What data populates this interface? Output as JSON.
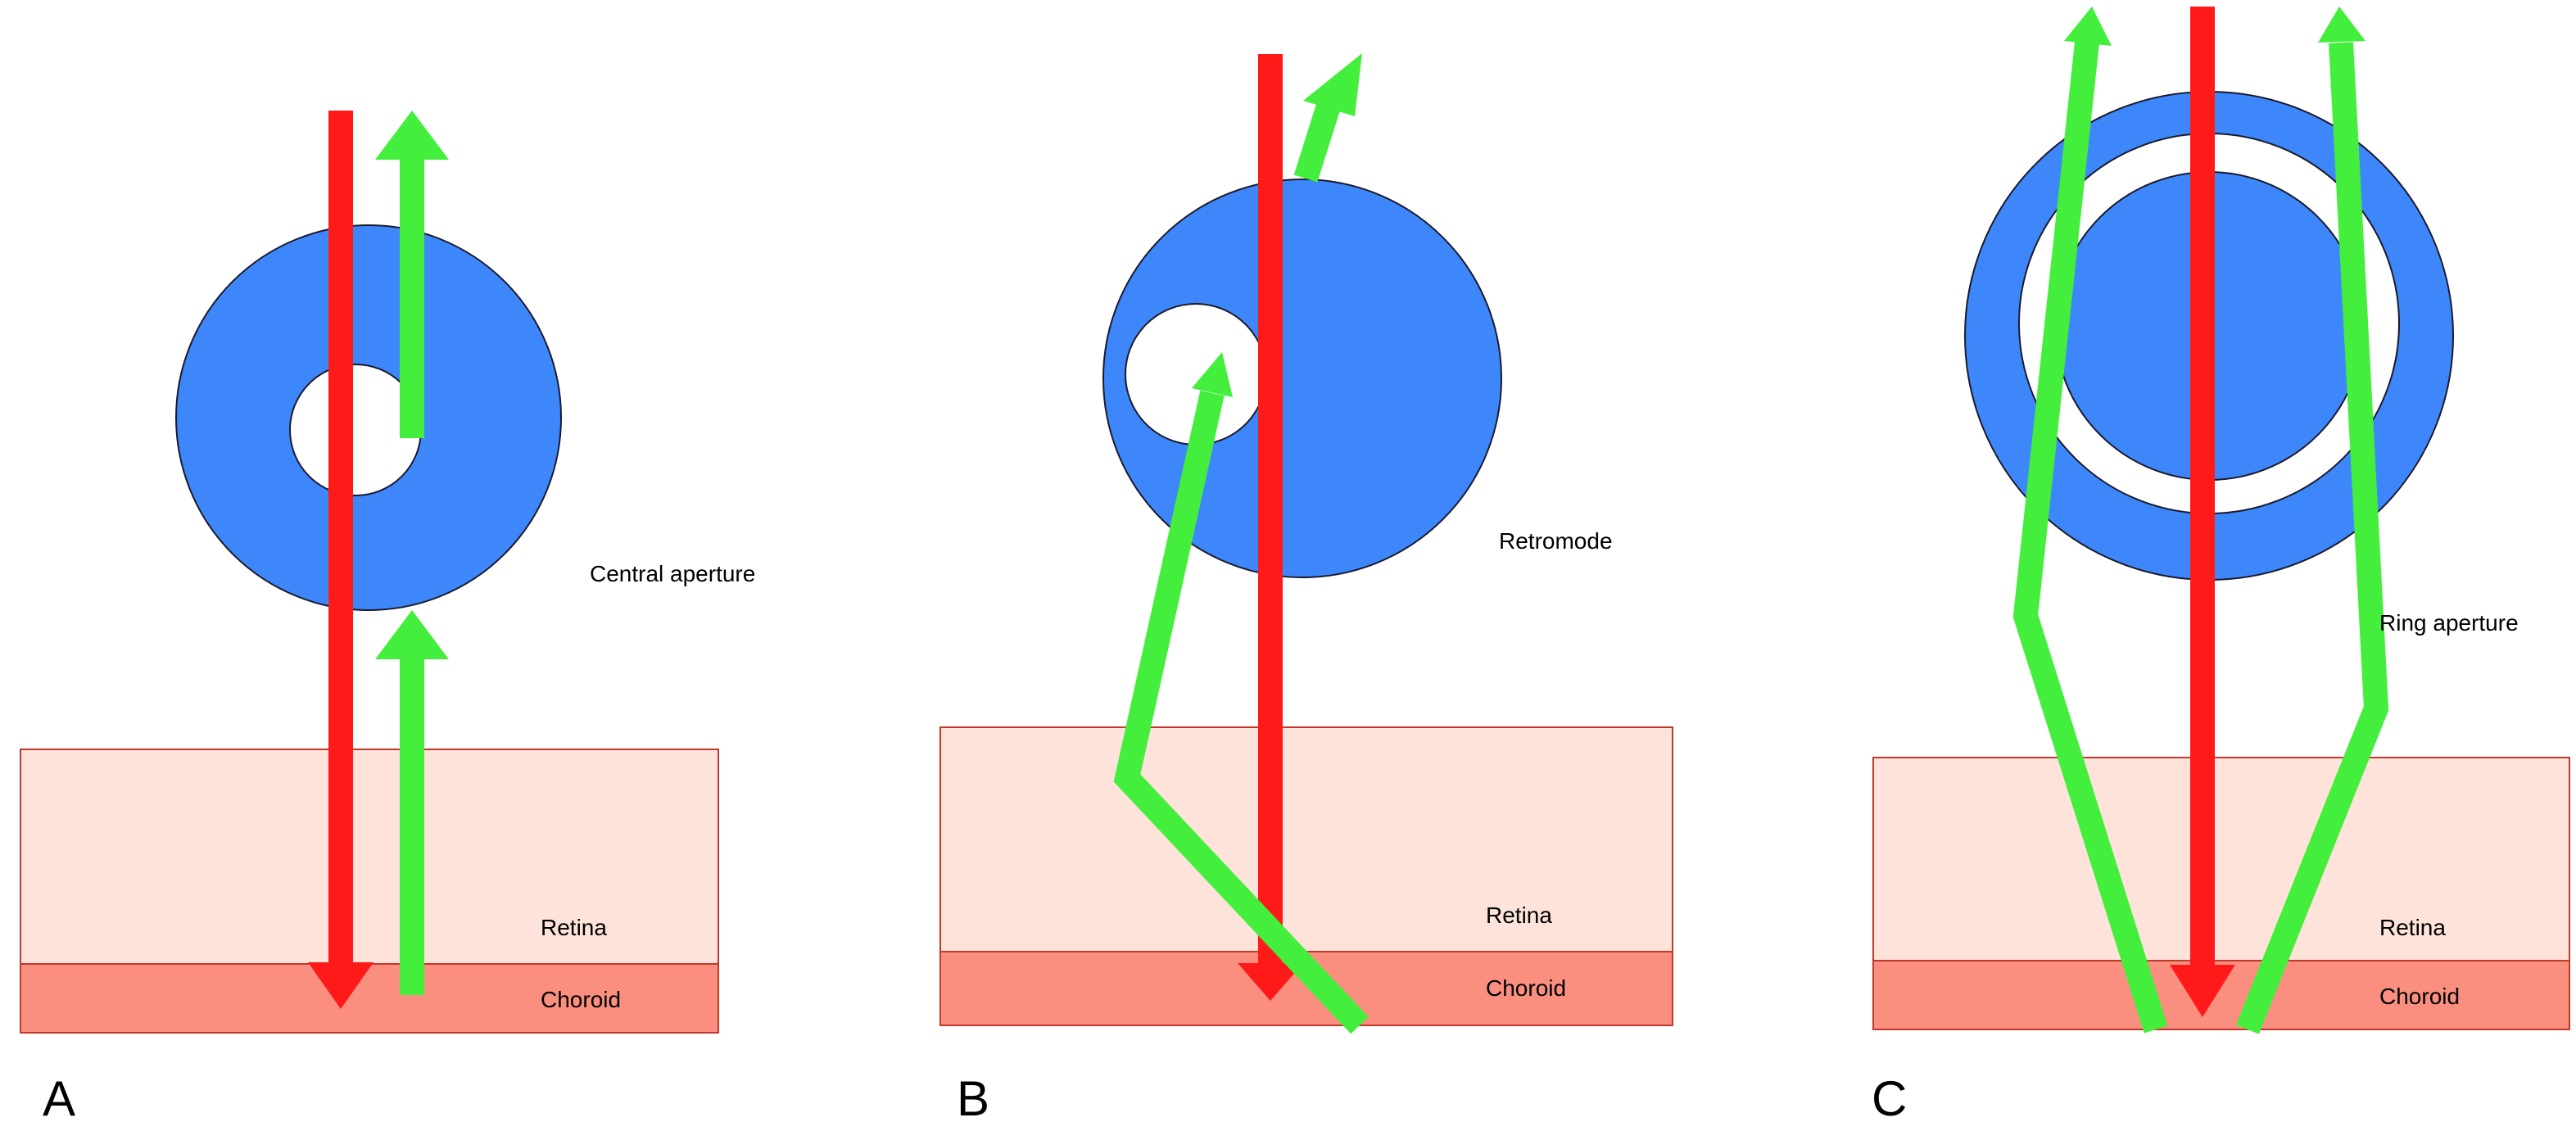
{
  "panels": [
    {
      "letter": "A",
      "aperture_label": "Central aperture",
      "retina_label": "Retina",
      "choroid_label": "Choroid"
    },
    {
      "letter": "B",
      "aperture_label": "Retromode",
      "retina_label": "Retina",
      "choroid_label": "Choroid"
    },
    {
      "letter": "C",
      "aperture_label": "Ring aperture",
      "retina_label": "Retina",
      "choroid_label": "Choroid"
    }
  ],
  "colors": {
    "aperture_blue": "#3d87fb",
    "illumination_red": "#ff1a1a",
    "reflected_green": "#44ee3c",
    "retina_fill": "#fde3da",
    "choroid_fill": "#fa8f80",
    "tissue_border": "#c0392b",
    "outline": "#1a1a2e"
  }
}
